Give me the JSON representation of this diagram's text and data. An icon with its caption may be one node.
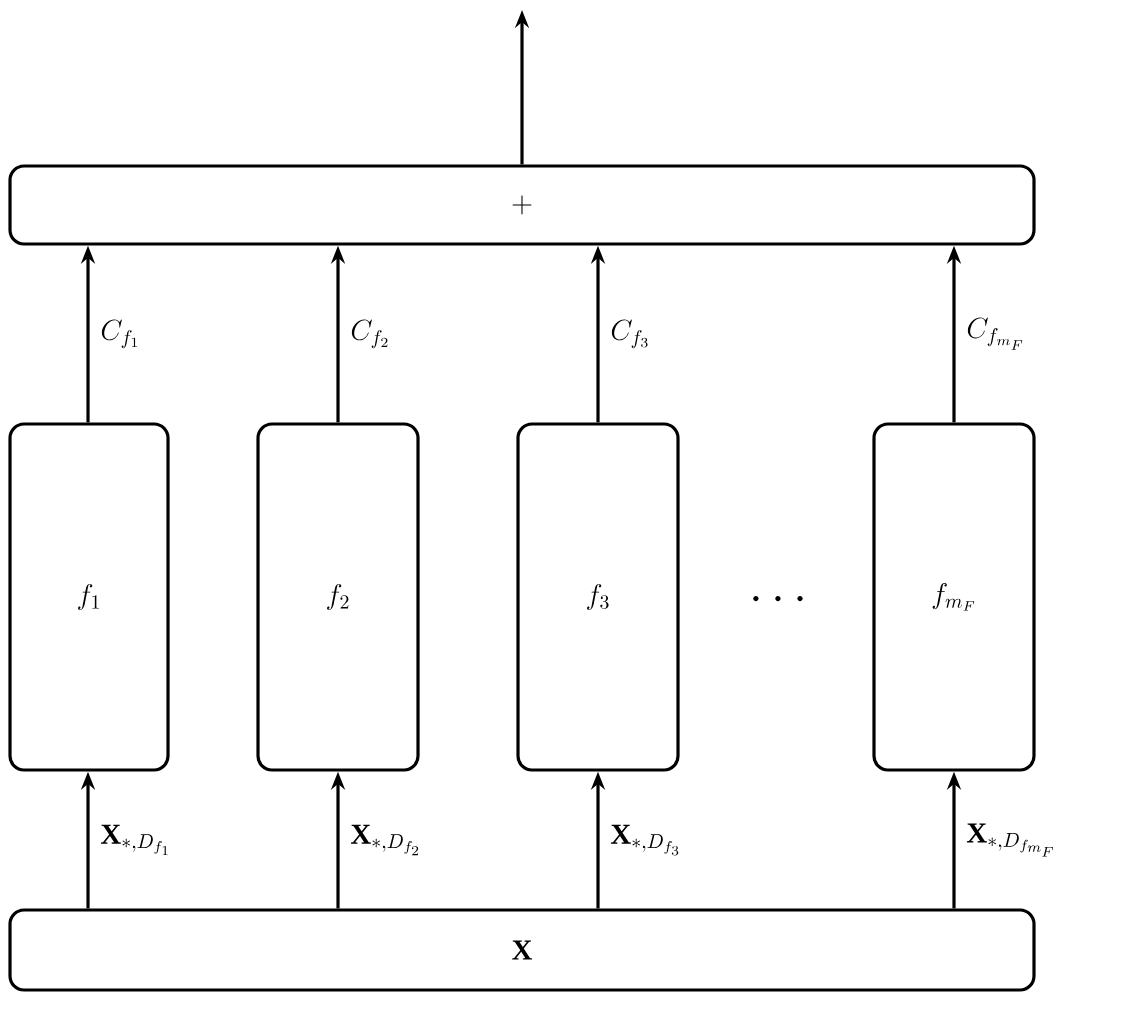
{
  "diagram": {
    "nodes": [
      {
        "text": [
          "+"
        ]
      },
      {
        "text": [
          "f_1"
        ]
      },
      {
        "text": [
          "f_2"
        ]
      },
      {
        "text": [
          "f_3"
        ]
      },
      {
        "text": [
          "f_{m_F}"
        ]
      },
      {
        "text": [
          "\\mathbf{X}"
        ]
      }
    ],
    "edges": [
      {
        "from": 0,
        "to": null,
        "arrow": "to"
      },
      {
        "from": 1,
        "to": 0,
        "arrow": "to",
        "label": "C_{f_1}"
      },
      {
        "from": 2,
        "to": 0,
        "arrow": "to",
        "label": "C_{f_2}"
      },
      {
        "from": 3,
        "to": 0,
        "arrow": "to",
        "label": "C_{f_3}"
      },
      {
        "from": 4,
        "to": 0,
        "arrow": "to",
        "label": "C_{f_{m_F}}"
      },
      {
        "from": 5,
        "to": 1,
        "arrow": "to",
        "label": "\\mathbf{X}_{*,D_{f_1}}"
      },
      {
        "from": 5,
        "to": 2,
        "arrow": "to",
        "label": "\\mathbf{X}_{*,D_{f_2}}"
      },
      {
        "from": 5,
        "to": 3,
        "arrow": "to",
        "label": "\\mathbf{X}_{*,D_{f_3}}"
      },
      {
        "from": 5,
        "to": 4,
        "arrow": "to",
        "label": "\\mathbf{X}_{*,D_{f_{m_F}}}"
      }
    ],
    "labels": [
      "\\cdots"
    ]
  }
}
